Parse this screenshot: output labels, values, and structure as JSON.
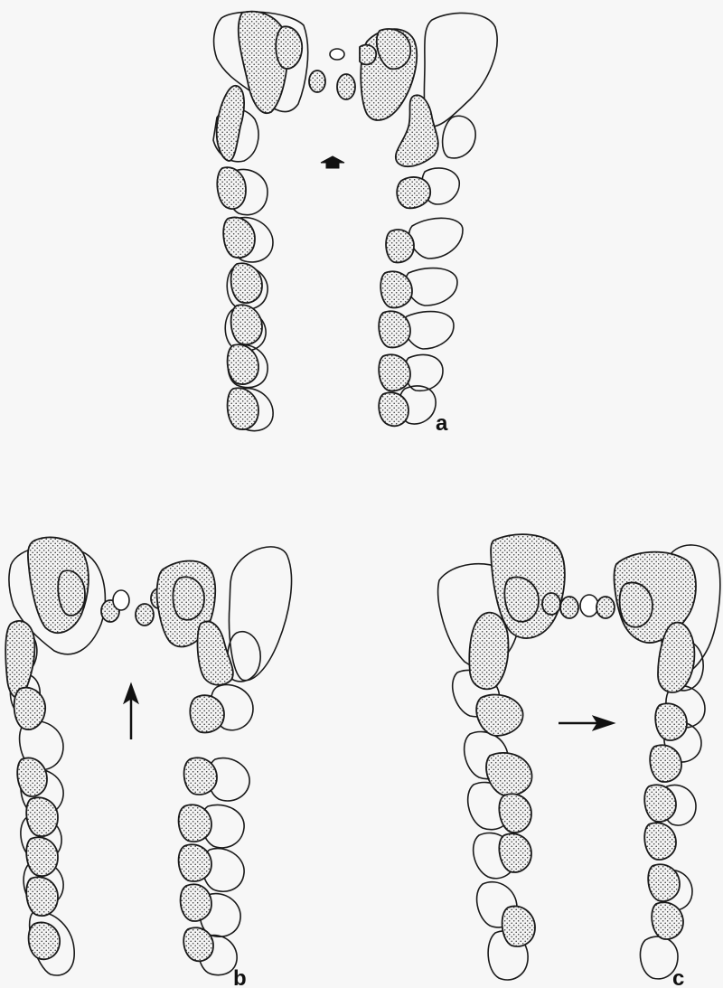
{
  "figure": {
    "panels": [
      {
        "id": "a",
        "label": "a",
        "arrow_direction": "forward"
      },
      {
        "id": "b",
        "label": "b",
        "arrow_direction": "up"
      },
      {
        "id": "c",
        "label": "c",
        "arrow_direction": "right"
      }
    ]
  }
}
